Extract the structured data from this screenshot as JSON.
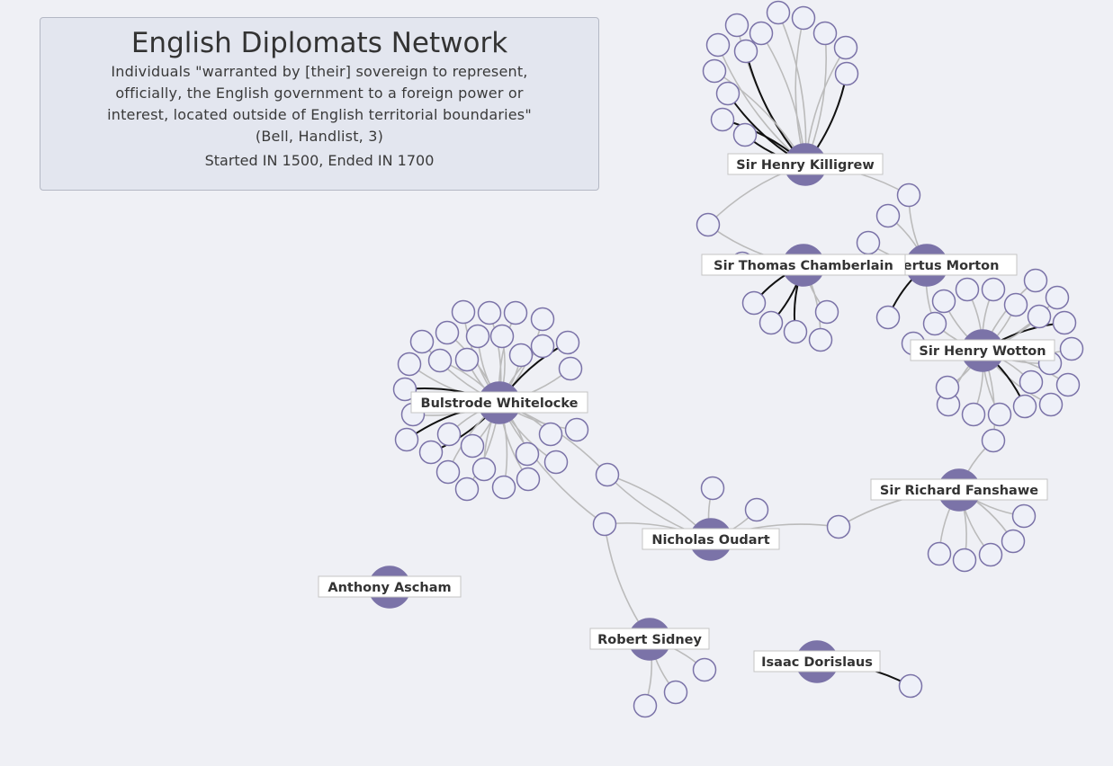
{
  "header": {
    "title": "English Diplomats Network",
    "description_lines": [
      "Individuals \"warranted by [their] sovereign to represent,",
      "officially, the English government to a foreign power or",
      "interest, located outside of English territorial boundaries\"",
      "(Bell, Handlist, 3)"
    ],
    "dates": "Started IN 1500, Ended IN 1700"
  },
  "colors": {
    "background": "#eff0f5",
    "node_fill": "#7b73a8",
    "leaf_fill": "#eef0f8",
    "link_grey": "#bbbbbb",
    "link_black": "#111111"
  },
  "diplomats": [
    {
      "id": "killigrew",
      "name": "Sir Henry Killigrew"
    },
    {
      "id": "chamberlain",
      "name": "Sir Thomas Chamberlain"
    },
    {
      "id": "morton",
      "name": "Sir Albertus Morton"
    },
    {
      "id": "wotton",
      "name": "Sir Henry Wotton"
    },
    {
      "id": "whitelocke",
      "name": "Bulstrode Whitelocke"
    },
    {
      "id": "fanshawe",
      "name": "Sir Richard Fanshawe"
    },
    {
      "id": "oudart",
      "name": "Nicholas Oudart"
    },
    {
      "id": "ascham",
      "name": "Anthony Ascham"
    },
    {
      "id": "sidney",
      "name": "Robert Sidney"
    },
    {
      "id": "dorislaus",
      "name": "Isaac Dorislaus"
    }
  ]
}
